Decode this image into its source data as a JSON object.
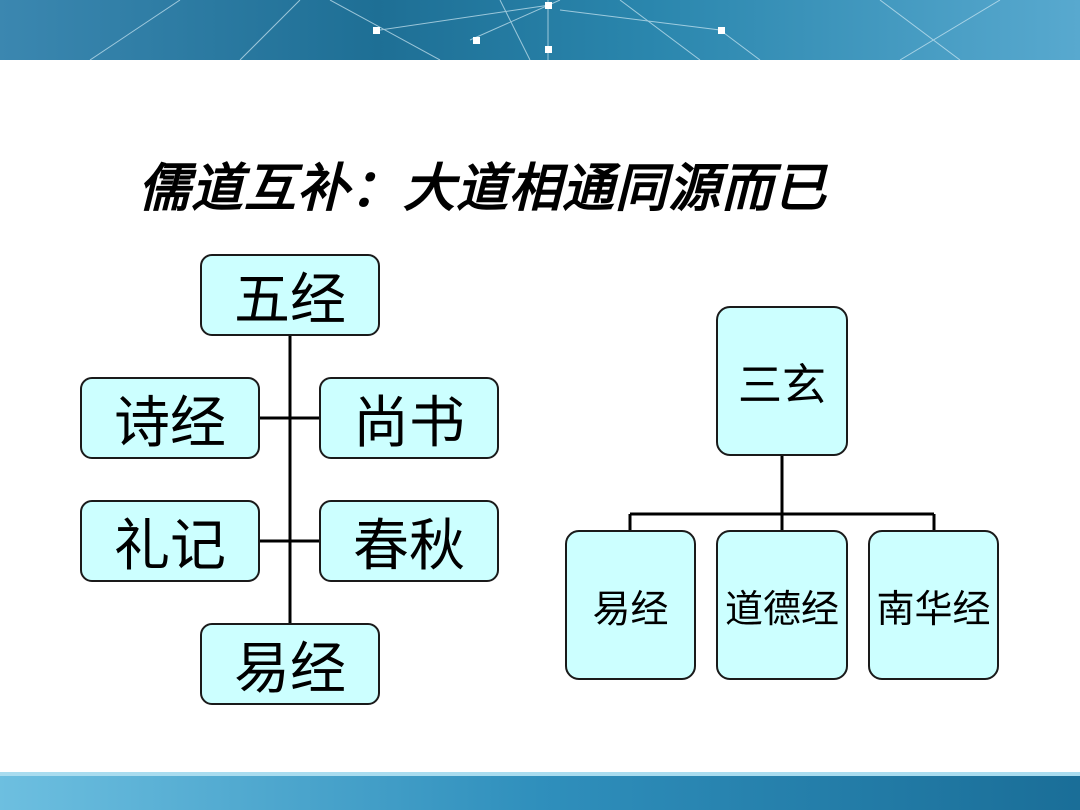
{
  "title": "儒道互补：大道相通同源而已",
  "left_tree": {
    "root": "五经",
    "items": [
      "诗经",
      "尚书",
      "礼记",
      "春秋",
      "易经"
    ]
  },
  "right_tree": {
    "root": "三玄",
    "children": [
      "易经",
      "道德经",
      "南华经"
    ]
  },
  "colors": {
    "node_fill": "#ccffff",
    "node_border": "#1a1a1a",
    "band_dark": "#0f5a7a",
    "band_light": "#5fb3d2"
  }
}
